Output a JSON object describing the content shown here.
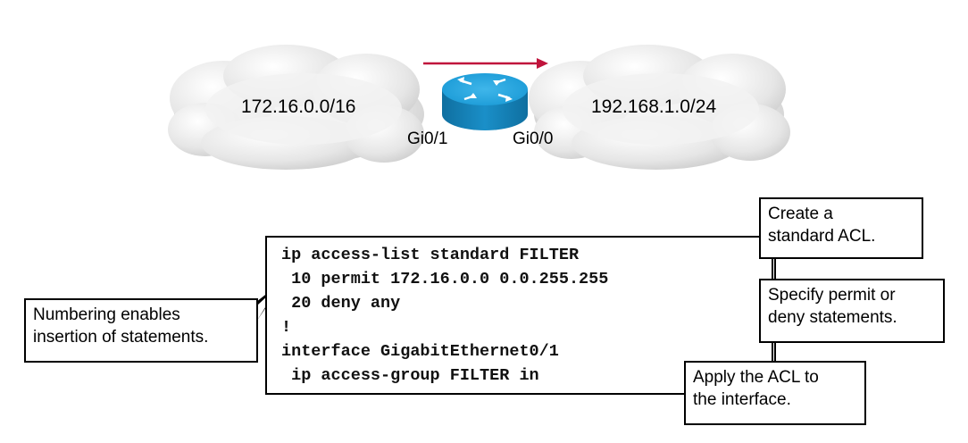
{
  "network": {
    "left_cloud_label": "172.16.0.0/16",
    "right_cloud_label": "192.168.1.0/24",
    "iface_left": "Gi0/1",
    "iface_right": "Gi0/0",
    "arrow_color": "#c0143c",
    "router_color": "#1a9ad6"
  },
  "config": {
    "lines": [
      "ip access-list standard FILTER",
      " 10 permit 172.16.0.0 0.0.255.255",
      " 20 deny any",
      "!",
      "interface GigabitEthernet0/1",
      " ip access-group FILTER in"
    ]
  },
  "callouts": {
    "create": [
      "Create a",
      "standard ACL."
    ],
    "specify": [
      "Specify permit or",
      "deny statements."
    ],
    "numbering": [
      "Numbering enables",
      "insertion of statements."
    ],
    "apply": [
      "Apply the ACL to",
      "the interface."
    ]
  }
}
